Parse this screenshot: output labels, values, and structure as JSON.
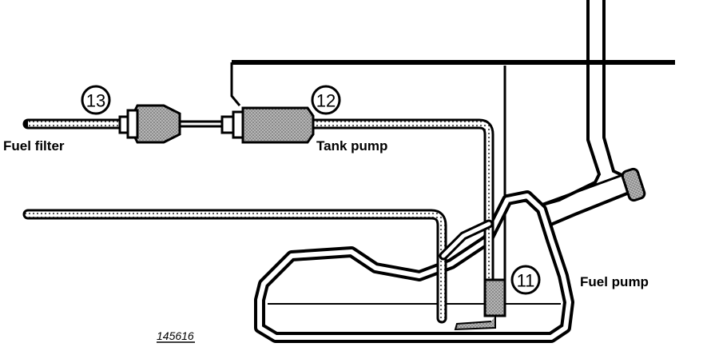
{
  "labels": {
    "fuel_filter": "Fuel filter",
    "tank_pump": "Tank pump",
    "fuel_pump": "Fuel pump",
    "reference": "145616"
  },
  "callouts": {
    "fuel_filter_number": "13",
    "tank_pump_number": "12",
    "sender_number": "11"
  },
  "colors": {
    "line": "#000000",
    "background": "#ffffff",
    "shading": "#9a9a9a"
  }
}
